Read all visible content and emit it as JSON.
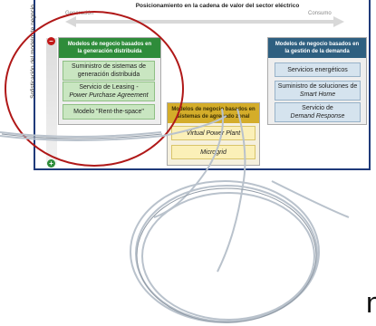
{
  "diagram": {
    "title": "Posicionamiento en la cadena de valor del sector eléctrico",
    "left_end": "Generación",
    "right_end": "Consumo",
    "y_axis_label": "Sofisticación del modelo de negocio",
    "minus_sign": "–",
    "plus_sign": "+"
  },
  "groups": {
    "generation": {
      "header": [
        "Modelos de negocio basados en",
        "la generación distribuida"
      ],
      "items": [
        [
          "Suministro de sistemas de",
          "generación distribuida"
        ],
        [
          "Servicio de Leasing -",
          "Power Purchase Agreement"
        ],
        [
          "Modelo \"Rent-the-space\""
        ]
      ]
    },
    "aggregation": {
      "header": [
        "Modelos de negocio basados en",
        "sistemas de agregado zonal"
      ],
      "items": [
        [
          "Virtual Power Plant"
        ],
        [
          "Microgrid"
        ]
      ]
    },
    "demand": {
      "header": [
        "Modelos de negocio basados en",
        "la gestión de la demanda"
      ],
      "items": [
        [
          "Servicios energéticos"
        ],
        [
          "Suministro de soluciones de",
          "Smart Home"
        ],
        [
          "Servicio de",
          "Demand Response"
        ]
      ]
    }
  },
  "bottom_text": "n",
  "colors": {
    "generation_header": "#2e8c3a",
    "aggregation_header": "#d4ad2a",
    "demand_header": "#2e5f80",
    "highlight_ring": "#b01818",
    "frame": "#1f3a7a"
  }
}
